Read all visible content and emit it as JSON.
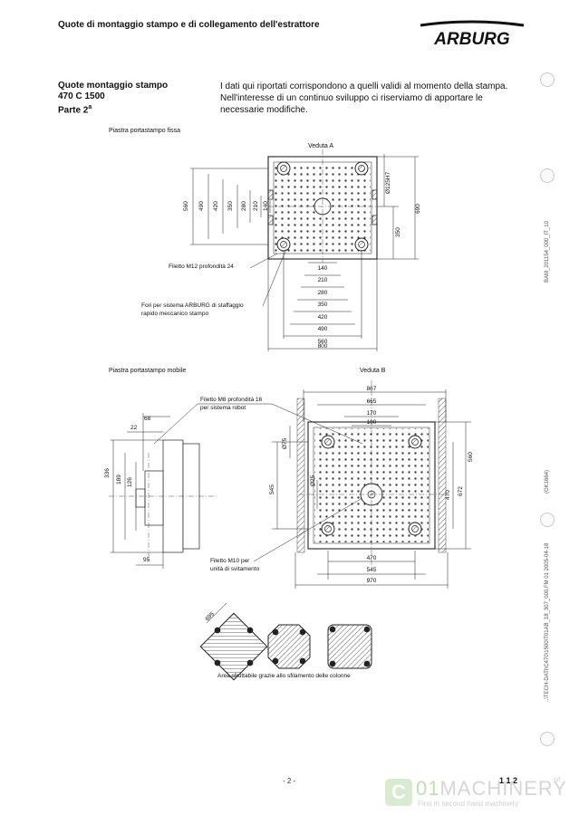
{
  "header": {
    "title": "Quote di montaggio stampo e di collegamento dell'estrattore",
    "logo_text": "ARBURG"
  },
  "intro": {
    "line1": "Quote montaggio stampo",
    "line2": "470 C 1500",
    "line3": "Parte 2",
    "line3_sup": "a",
    "text": "I dati qui riportati corrispondono a quelli validi al momento della stampa. Nell'interesse di un continuo sviluppo ci riserviamo di apportare le necessarie modifiche."
  },
  "top_drawing": {
    "plate_label": "Piastra portastampo fissa",
    "view_label": "Veduta A",
    "vertical_dims": [
      "560",
      "490",
      "420",
      "350",
      "280",
      "210",
      "140"
    ],
    "horizontal_dims": [
      "140",
      "210",
      "280",
      "350",
      "420",
      "490",
      "560",
      "800"
    ],
    "right_dims": [
      "Ø125H7",
      "690",
      "350"
    ],
    "callout_thread": "Filetto M12 profondità 24",
    "callout_holes_1": "Fori per sistema ARBURG di staffaggio",
    "callout_holes_2": "rapido meccanico stampo"
  },
  "bottom_drawing": {
    "plate_label": "Piastra portastampo mobile",
    "view_label": "Veduta B",
    "callout_thread_1": "Filetto M8 profondità 16",
    "callout_thread_2": "per sistema robot",
    "callout_m10_1": "Filetto M10 per",
    "callout_m10_2": "unità di svitamento",
    "side_dims": [
      "68",
      "22",
      "336",
      "189",
      "126",
      "95"
    ],
    "top_dims": [
      "867",
      "665",
      "170",
      "100"
    ],
    "vertical_dims": [
      "Ø75",
      "545",
      "Ø25",
      "470",
      "560",
      "672"
    ],
    "bottom_dims": [
      "470",
      "545",
      "970"
    ]
  },
  "area_drawing": {
    "dim": "695",
    "caption": "Area sfruttabile grazie allo sfilamento delle colonne"
  },
  "side_codes": {
    "code1": "BAM_201154_000_IT_10",
    "code2": "(GK1664)",
    "code3": "..\\TECH-DATI\\C470\\1500\\T01AB_18_307_000.FM 01 2005-04-18"
  },
  "footer": {
    "page": "- 2 -",
    "section": "1.1.2"
  },
  "watermark": {
    "brand_a": "01",
    "brand_b": "MACHINERY",
    "srl": "srl",
    "tagline": "First in second hand machinery"
  }
}
